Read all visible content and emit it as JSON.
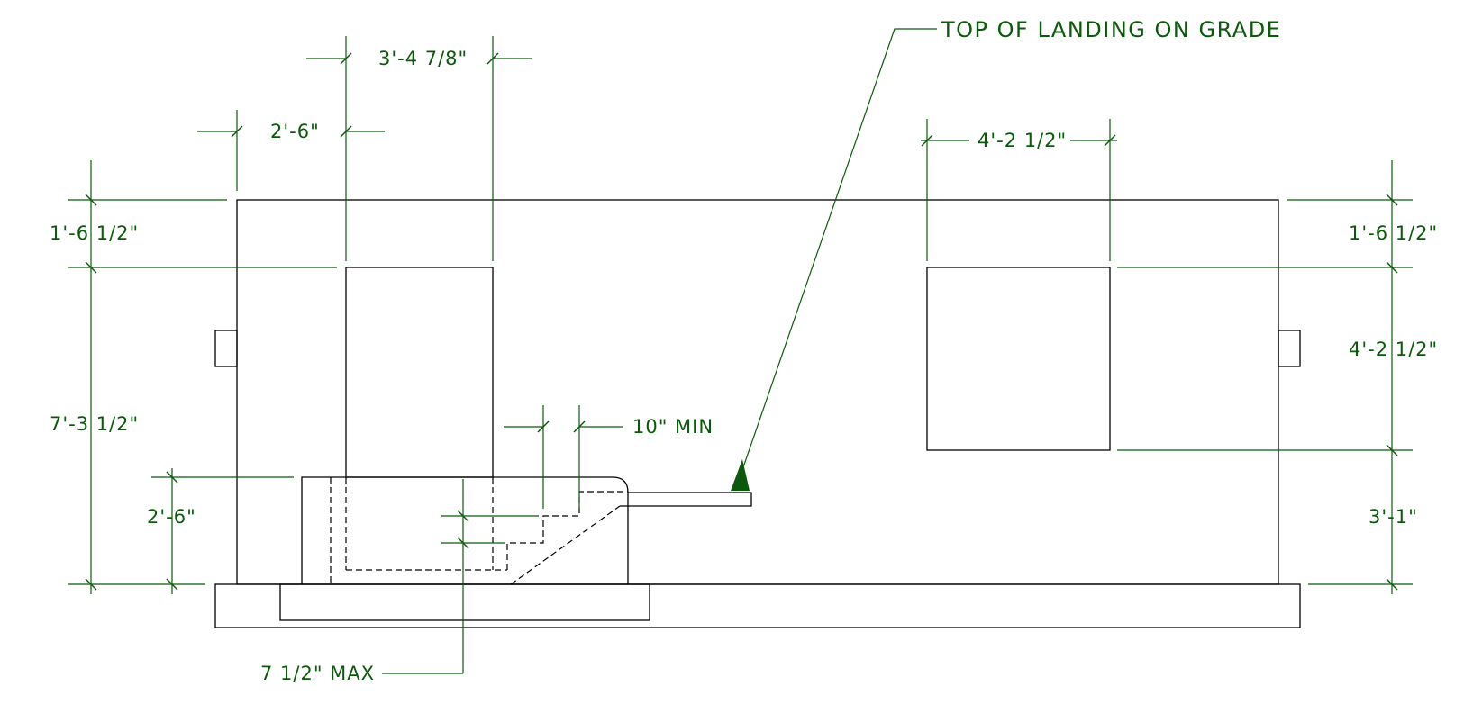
{
  "colors": {
    "line": "#000000",
    "dimension": "#0b5a0b",
    "background": "#ffffff"
  },
  "dimensions": {
    "door_offset_left": "2'-6\"",
    "door_width": "3'-4 7/8\"",
    "window_width": "4'-2 1/2\"",
    "left_top_height": "1'-6 1/2\"",
    "right_top_height": "1'-6 1/2\"",
    "door_height": "7'-3 1/2\"",
    "window_height": "4'-2 1/2\"",
    "sill_height": "3'-1\"",
    "landing_height": "2'-6\"",
    "tread_depth": "10\" MIN",
    "riser_height": "7 1/2\" MAX"
  },
  "callouts": {
    "landing_note": "TOP OF LANDING ON GRADE"
  }
}
